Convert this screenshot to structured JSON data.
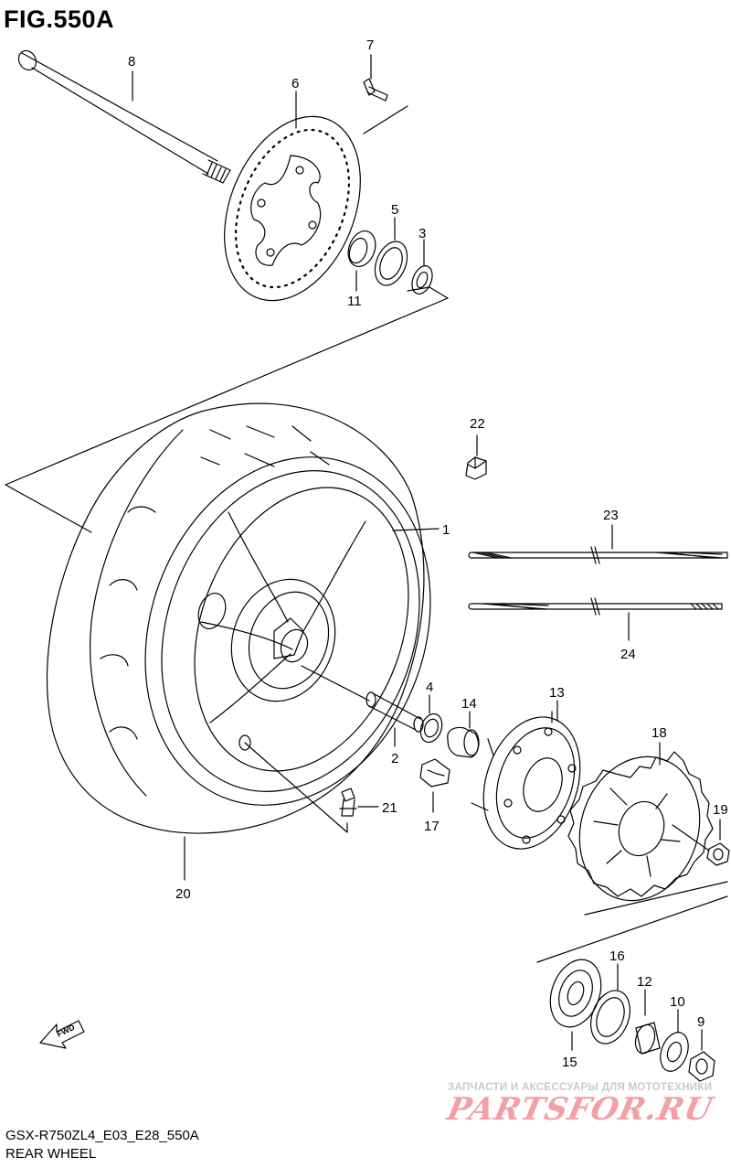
{
  "figure": {
    "title": "FIG.550A",
    "model_code": "GSX-R750ZL4_E03_E28_550A",
    "section_name": "REAR WHEEL"
  },
  "callouts": [
    {
      "id": "c1",
      "label": "1"
    },
    {
      "id": "c2",
      "label": "2"
    },
    {
      "id": "c3",
      "label": "3"
    },
    {
      "id": "c4",
      "label": "4"
    },
    {
      "id": "c5",
      "label": "5"
    },
    {
      "id": "c6",
      "label": "6"
    },
    {
      "id": "c7",
      "label": "7"
    },
    {
      "id": "c8",
      "label": "8"
    },
    {
      "id": "c9",
      "label": "9"
    },
    {
      "id": "c10",
      "label": "10"
    },
    {
      "id": "c11",
      "label": "11"
    },
    {
      "id": "c12",
      "label": "12"
    },
    {
      "id": "c13",
      "label": "13"
    },
    {
      "id": "c14",
      "label": "14"
    },
    {
      "id": "c15",
      "label": "15"
    },
    {
      "id": "c16",
      "label": "16"
    },
    {
      "id": "c17",
      "label": "17"
    },
    {
      "id": "c18",
      "label": "18"
    },
    {
      "id": "c19",
      "label": "19"
    },
    {
      "id": "c20",
      "label": "20"
    },
    {
      "id": "c21",
      "label": "21"
    },
    {
      "id": "c22",
      "label": "22"
    },
    {
      "id": "c23",
      "label": "23"
    },
    {
      "id": "c24",
      "label": "24"
    }
  ],
  "fwd_arrow": {
    "label": "FWD"
  },
  "watermark": {
    "line1": "ЗАПЧАСТИ И АКСЕССУАРЫ ДЛЯ МОТОТЕХНИКИ",
    "logo": "PARTSFOR.RU"
  },
  "colors": {
    "ink": "#000000",
    "watermark_red": "#f2a0a6",
    "watermark_gray": "#c9c9c9"
  }
}
